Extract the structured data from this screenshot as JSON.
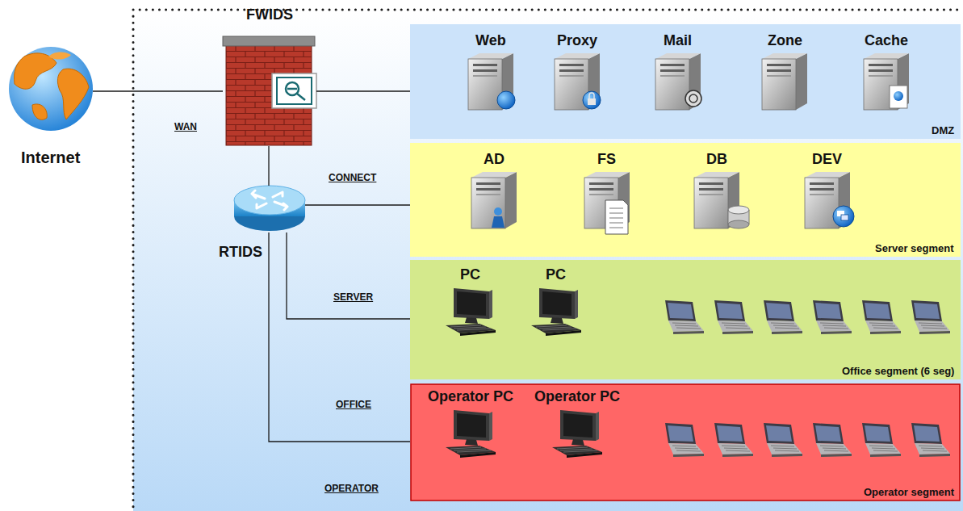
{
  "diagram": {
    "nodes": [
      {
        "text": [
          "Internet"
        ]
      },
      {
        "text": [
          "FWIDS"
        ]
      },
      {
        "text": [
          "DMZ"
        ]
      },
      {
        "text": [
          "Web"
        ],
        "in": 2
      },
      {
        "text": [
          "Proxy"
        ],
        "in": 2
      },
      {
        "text": [
          "Mail"
        ],
        "in": 2
      },
      {
        "text": [
          "Zone"
        ],
        "in": 2
      },
      {
        "text": [
          "Cache"
        ],
        "in": 2
      },
      {
        "text": [
          "RTIDS"
        ]
      },
      {
        "text": [
          "Server segment"
        ]
      },
      {
        "text": [
          "AD"
        ],
        "in": 9
      },
      {
        "text": [
          "FS"
        ],
        "in": 9
      },
      {
        "text": [
          "DB"
        ],
        "in": 9
      },
      {
        "text": [
          "DEV"
        ],
        "in": 9
      },
      {
        "text": [
          "Office segment (6 seg)"
        ]
      },
      {
        "text": [
          "PC"
        ],
        "in": 14
      },
      {
        "text": [
          "PC"
        ],
        "in": 14
      },
      {
        "text": [
          "Operator segment"
        ]
      },
      {
        "text": [
          "Operator PC"
        ],
        "in": 17
      },
      {
        "text": [
          "Operator PC"
        ],
        "in": 17
      }
    ],
    "edges": [
      {
        "from": 0,
        "to": 1,
        "arrow": "none"
      },
      {
        "from": 1,
        "to": 2,
        "arrow": "none"
      },
      {
        "from": 1,
        "to": 8,
        "arrow": "none"
      },
      {
        "from": 8,
        "to": 9,
        "arrow": "none"
      },
      {
        "from": 8,
        "to": 14,
        "arrow": "none"
      },
      {
        "from": 8,
        "to": 17,
        "arrow": "none"
      }
    ],
    "labels": [
      "WAN",
      "CONNECT",
      "SERVER",
      "OFFICE",
      "OPERATOR"
    ]
  }
}
